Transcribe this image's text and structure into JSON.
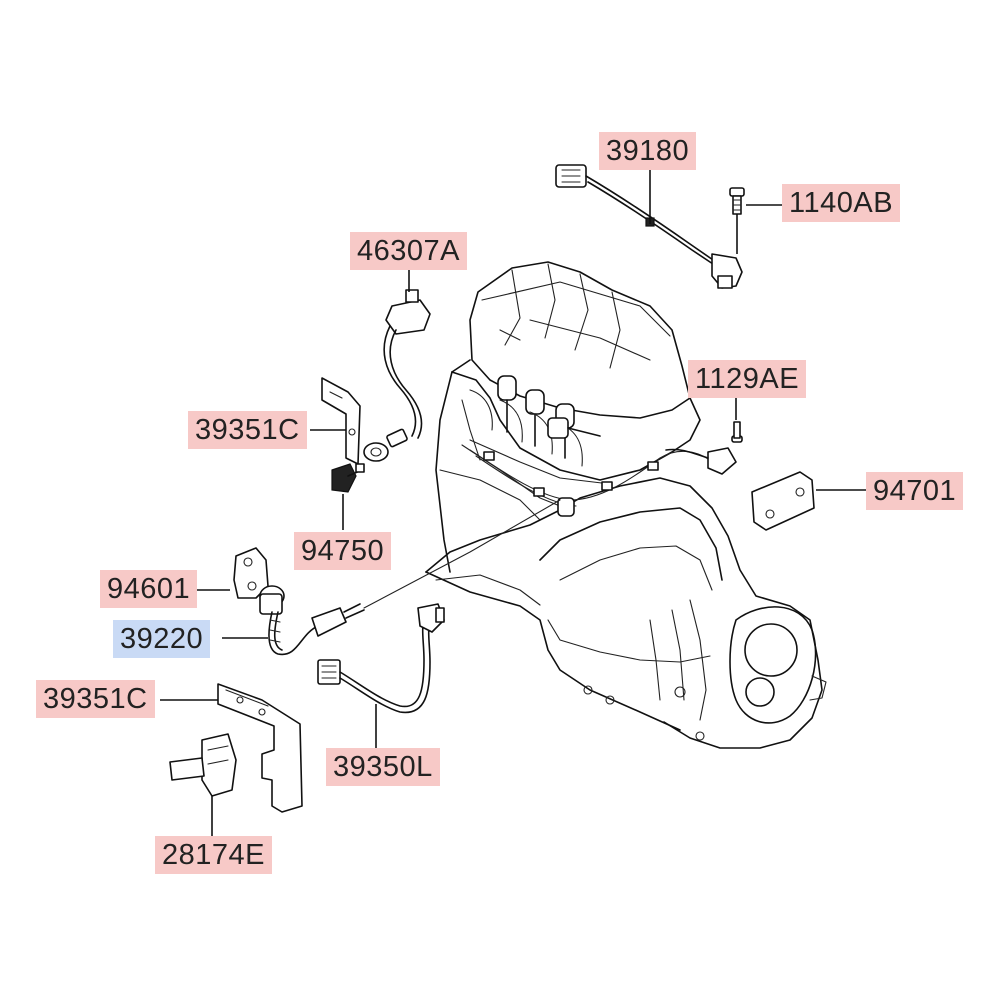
{
  "labels": {
    "l39180": "39180",
    "l1140AB": "1140AB",
    "l46307A": "46307A",
    "l1129AE": "1129AE",
    "l39351C_top": "39351C",
    "l94701": "94701",
    "l94750": "94750",
    "l94601": "94601",
    "l39220": "39220",
    "l39351C_bottom": "39351C",
    "l39350L": "39350L",
    "l28174E": "28174E"
  },
  "colors": {
    "label_highlight": "#f7c9c7",
    "label_selected": "#c9daf5",
    "line": "#111111"
  }
}
